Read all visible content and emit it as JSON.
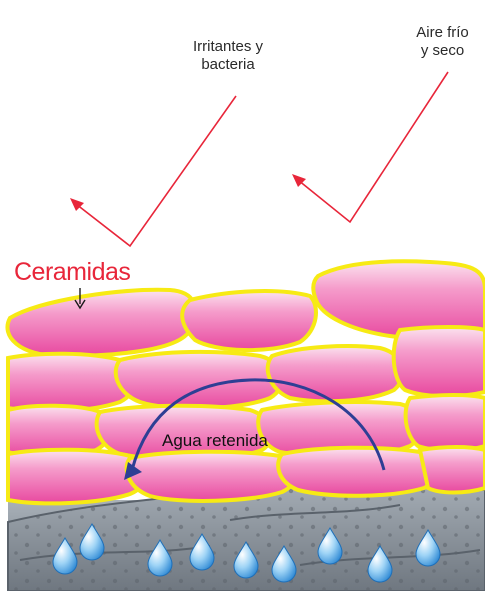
{
  "labels": {
    "irritants": [
      "Irritantes y",
      "bacteria"
    ],
    "cold_air": [
      "Aire frío",
      "y seco"
    ],
    "ceramides": "Ceramidas",
    "water": "Agua retenida"
  },
  "colors": {
    "pink_cell": "#ec4fa6",
    "pink_light": "#f7b3d6",
    "ceramide_yellow": "#f7ea14",
    "lower_layer": "#8e97a0",
    "arrow_red": "#e8263a",
    "arrow_blue": "#2e3f94",
    "ceramides_text": "#e8263a",
    "droplet": "#2f8fd8"
  },
  "icons": [
    "deflection-arrow-irritants",
    "deflection-arrow-cold-air",
    "pointer-arrow",
    "water-cycle-arrow",
    "water-droplet-icon"
  ]
}
